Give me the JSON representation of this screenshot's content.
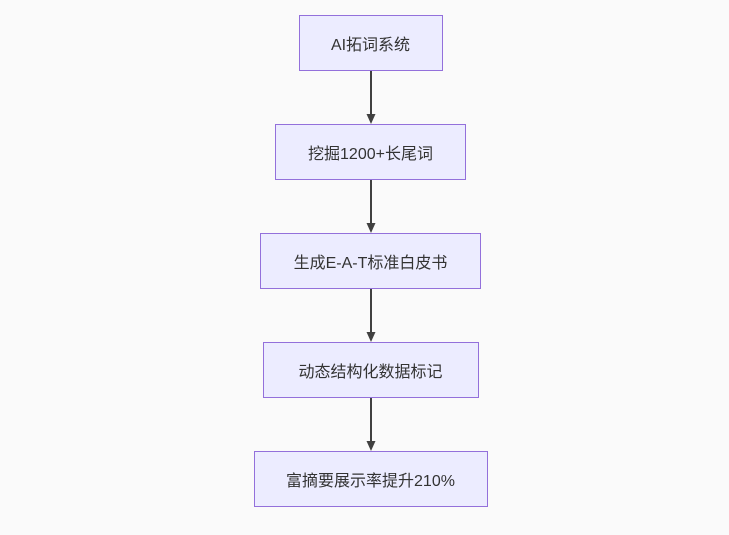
{
  "page": {
    "background": "#fafafa"
  },
  "flowchart": {
    "type": "flowchart",
    "direction": "top-down",
    "style": {
      "node_fill": "#ECECFF",
      "node_border": "#9370DB",
      "edge_color": "#404040",
      "text_color": "#333333"
    },
    "nodes": [
      {
        "label": "AI拓词系统"
      },
      {
        "label": "挖掘1200+长尾词"
      },
      {
        "label": "生成E-A-T标准白皮书"
      },
      {
        "label": "动态结构化数据标记"
      },
      {
        "label": "富摘要展示率提升210%"
      }
    ],
    "edges": [
      {
        "from": "AI拓词系统",
        "to": "挖掘1200+长尾词"
      },
      {
        "from": "挖掘1200+长尾词",
        "to": "生成E-A-T标准白皮书"
      },
      {
        "from": "生成E-A-T标准白皮书",
        "to": "动态结构化数据标记"
      },
      {
        "from": "动态结构化数据标记",
        "to": "富摘要展示率提升210%"
      }
    ]
  }
}
